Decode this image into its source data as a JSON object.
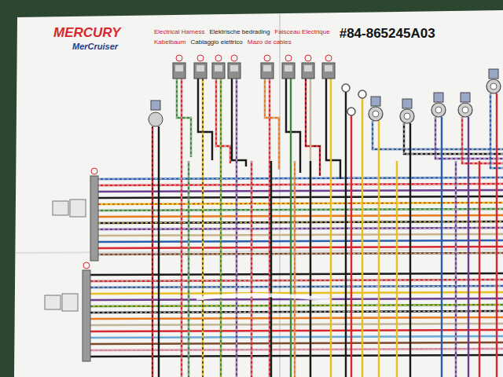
{
  "diagram": {
    "title": "#84-865245A03",
    "labels": [
      "MERCURY",
      "MerCruiser",
      "Electrical Harness",
      "Elektrische bedrading",
      "Faisceau Electrique",
      "Kabelbaum",
      "Cablaggio elettrico",
      "Mazo de cables"
    ]
  }
}
